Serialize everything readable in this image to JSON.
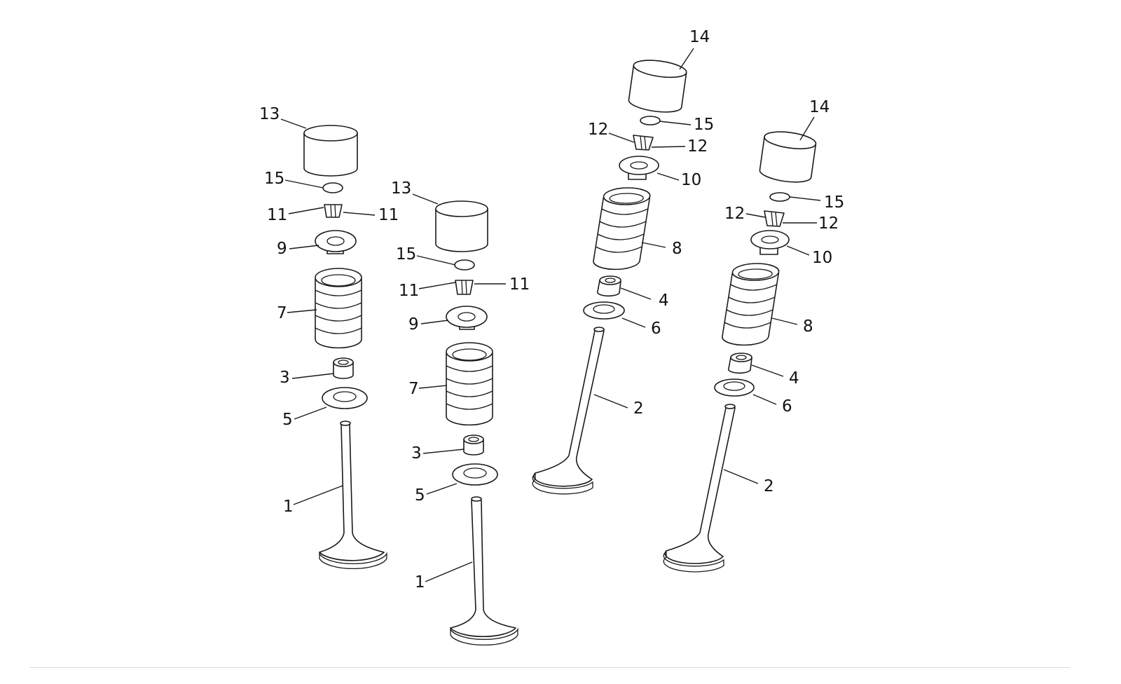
{
  "diagram": {
    "type": "exploded-parts-diagram",
    "colors": {
      "line": "#1a1a1a",
      "background": "#ffffff",
      "rule": "#d9d9d9"
    },
    "callouts": {
      "c1a": "1",
      "c1b": "1",
      "c2a": "2",
      "c2b": "2",
      "c3a": "3",
      "c3b": "3",
      "c4a": "4",
      "c4b": "4",
      "c5a": "5",
      "c5b": "5",
      "c6a": "6",
      "c6b": "6",
      "c7a": "7",
      "c7b": "7",
      "c8a": "8",
      "c8b": "8",
      "c9a": "9",
      "c9b": "9",
      "c10a": "10",
      "c10b": "10",
      "c11a": "11",
      "c11b": "11",
      "c11c": "11",
      "c11d": "11",
      "c12a": "12",
      "c12b": "12",
      "c12c": "12",
      "c12d": "12",
      "c13a": "13",
      "c13b": "13",
      "c14a": "14",
      "c14b": "14",
      "c15a": "15",
      "c15b": "15",
      "c15c": "15",
      "c15d": "15"
    }
  }
}
